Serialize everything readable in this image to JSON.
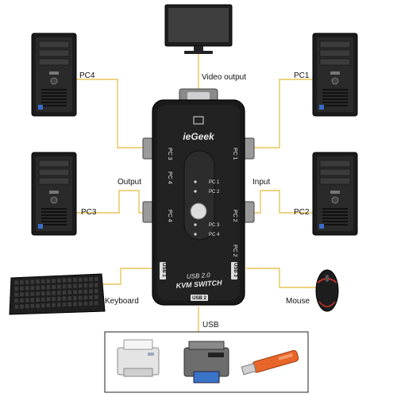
{
  "labels": {
    "video_output": "Video output",
    "pc1": "PC1",
    "pc2": "PC2",
    "pc3": "PC3",
    "pc4": "PC4",
    "output": "Output",
    "input": "Input",
    "keyboard": "Keyboard",
    "mouse": "Mouse",
    "usb": "USB"
  },
  "switch": {
    "brand": "ieGeek",
    "model_line1": "USB 2.0",
    "model_line2": "KVM SWITCH",
    "leds": [
      "PC 1",
      "PC 2",
      "PC 3",
      "PC 4"
    ],
    "left_ports": [
      "PC 3",
      "PC 4",
      "PC 4"
    ],
    "right_ports": [
      "PC 1",
      "PC 2",
      "PC 2"
    ],
    "usb_left": "USB 1",
    "usb_right": "USB 3",
    "usb_bottom": "USB 2"
  },
  "colors": {
    "wire": "#e8c45a",
    "switch_body": "#1a1a1a",
    "usb_stick": "#e8662a"
  }
}
